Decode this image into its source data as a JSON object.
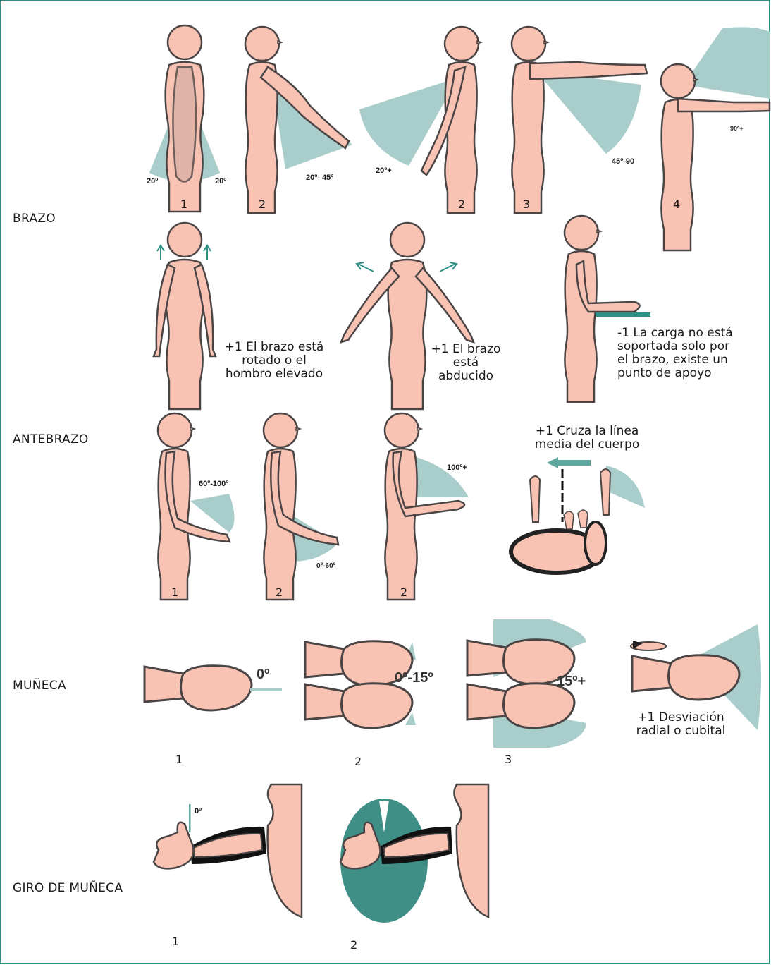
{
  "sections": {
    "brazo": "BRAZO",
    "antebrazo": "ANTEBRAZO",
    "muneca": "MUÑECA",
    "giro": "GIRO DE MUÑECA"
  },
  "brazo": {
    "numbers": [
      "1",
      "2",
      "2",
      "3",
      "4"
    ],
    "angles": {
      "a1_left": "20º",
      "a1_right": "20º",
      "a2": "20º- 45º",
      "a2b": "20º+",
      "a3": "45º-90",
      "a4": "90º+"
    },
    "notes": {
      "rotado": [
        "+1 El brazo está",
        "rotado o el",
        "hombro elevado"
      ],
      "abducido": [
        "+1 El brazo",
        "está",
        "abducido"
      ],
      "apoyo": [
        "-1 La carga no está",
        "soportada solo por",
        "el brazo, existe un",
        "punto de apoyo"
      ]
    }
  },
  "antebrazo": {
    "numbers": [
      "1",
      "2",
      "2"
    ],
    "angles": {
      "a1": "60º-100º",
      "a2": "0º-60º",
      "a3": "100º+"
    },
    "note": [
      "+1 Cruza la línea",
      "media del cuerpo"
    ]
  },
  "muneca": {
    "numbers": [
      "1",
      "2",
      "3"
    ],
    "angles": {
      "a1": "0º",
      "a2": "0º-15º",
      "a3": "15º+"
    },
    "note": [
      "+1 Desviación",
      "radial o cubital"
    ]
  },
  "giro": {
    "numbers": [
      "1",
      "2"
    ],
    "angles": {
      "a1": "0º"
    }
  },
  "colors": {
    "skin": "#f9c3b4",
    "outline": "#4a4444",
    "zone": "#a9cdca",
    "accent": "#2e8f85",
    "zone_dark": "#3f8f86"
  }
}
